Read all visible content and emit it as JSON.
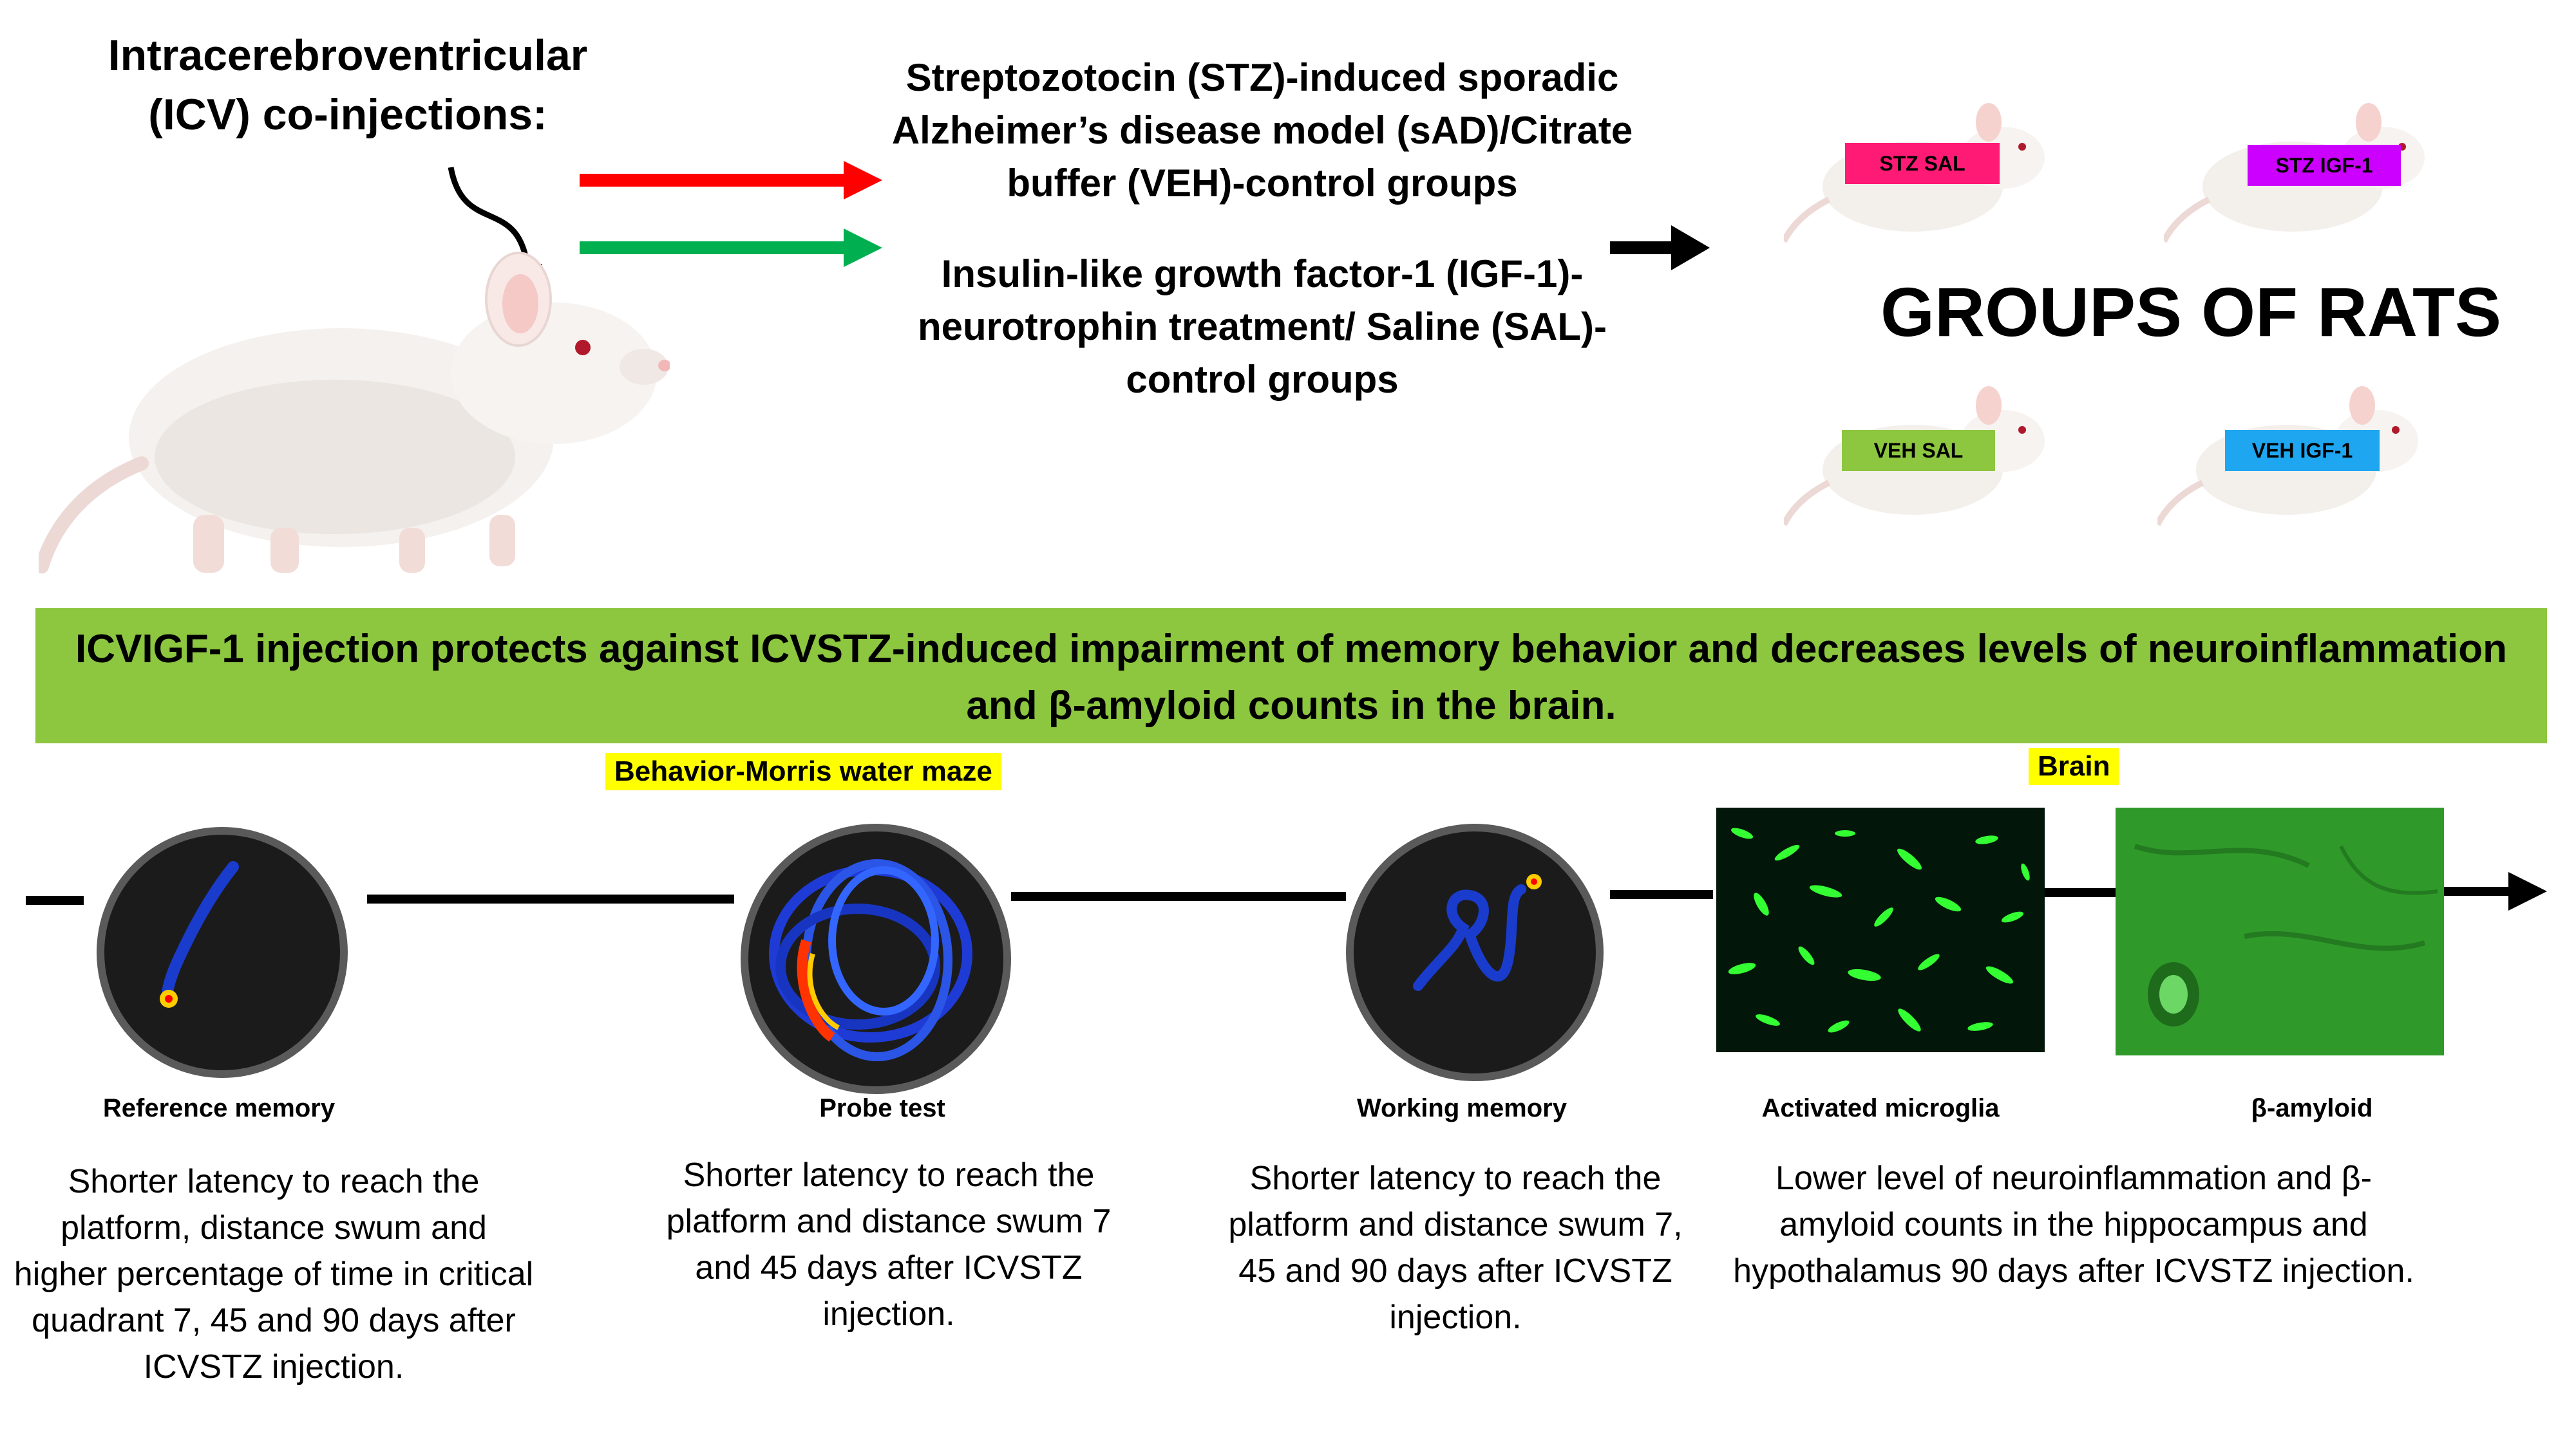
{
  "top": {
    "icv_label": "Intracerebroventricular (ICV) co-injections:",
    "stz_text": "Streptozotocin (STZ)-induced sporadic Alzheimer’s disease model (sAD)/Citrate buffer (VEH)-control groups",
    "igf_text": "Insulin-like growth factor-1 (IGF-1)-neurotrophin treatment/ Saline (SAL)-control groups",
    "groups_title": "GROUPS OF RATS",
    "groups": [
      {
        "label": "STZ SAL",
        "color": "#ff1a75"
      },
      {
        "label": "STZ IGF-1",
        "color": "#cc00ff"
      },
      {
        "label": "VEH SAL",
        "color": "#8dc63f"
      },
      {
        "label": "VEH IGF-1",
        "color": "#1ea7f0"
      }
    ],
    "arrow_colors": {
      "stz": "#ff0000",
      "igf": "#00b050"
    }
  },
  "banner": {
    "text": "ICVIGF-1 injection protects against ICVSTZ-induced impairment of memory behavior and decreases levels of neuroinflammation  and β-amyloid counts in the brain.",
    "color": "#8dc63f"
  },
  "sections": {
    "behavior": "Behavior-Morris water maze",
    "brain": "Brain"
  },
  "panels": [
    {
      "caption": "Reference memory",
      "desc": "Shorter latency to reach the platform, distance swum and higher percentage  of time in critical quadrant 7, 45 and 90 days  after  ICVSTZ injection."
    },
    {
      "caption": "Probe test",
      "desc": "Shorter latency to reach the platform  and distance swum 7 and 45 days  after ICVSTZ injection."
    },
    {
      "caption": "Working  memory",
      "desc": "Shorter latency to reach the platform  and distance swum 7, 45 and 90 days after  ICVSTZ injection."
    },
    {
      "caption": "Activated microglia",
      "desc": "Lower level of neuroinflammation and β-amyloid counts in the hippocampus and hypothalamus 90 days after ICVSTZ injection."
    },
    {
      "caption": "β-amyloid",
      "desc": ""
    }
  ]
}
